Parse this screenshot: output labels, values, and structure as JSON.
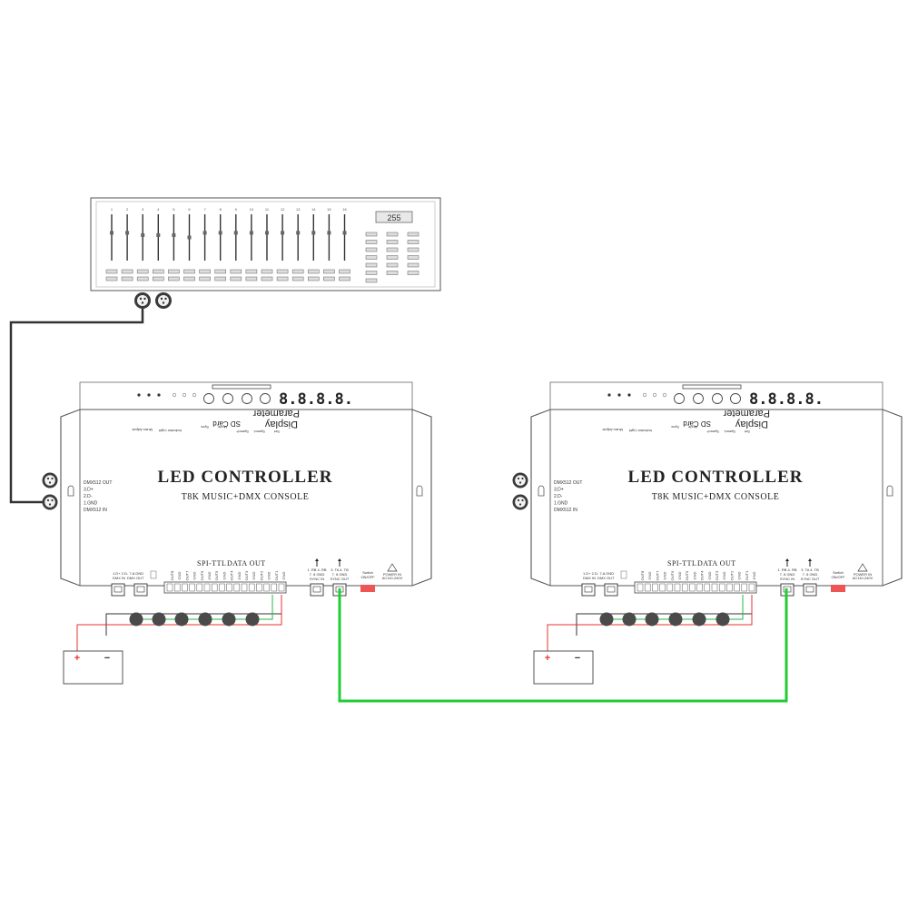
{
  "colors": {
    "outline": "#555555",
    "cable_dark": "#333333",
    "sync_cable": "#22cc33",
    "data_wire": "#22bb44",
    "power_red": "#e83030",
    "power_neg": "#333333",
    "led": "#4a4a4a",
    "switch": "#ee5555"
  },
  "console": {
    "display_value": "255",
    "channel_numbers": [
      "1",
      "2",
      "3",
      "4",
      "5",
      "6",
      "7",
      "8",
      "9",
      "10",
      "11",
      "12",
      "13",
      "14",
      "15",
      "16"
    ],
    "fader_levels": [
      0.6,
      0.6,
      0.55,
      0.55,
      0.55,
      0.5,
      0.6,
      0.6,
      0.6,
      0.6,
      0.6,
      0.6,
      0.6,
      0.6,
      0.6,
      0.6
    ]
  },
  "controller": {
    "title": "LED CONTROLLER",
    "subtitle": "T8K MUSIC+DMX CONSOLE",
    "parameter_label": "Parameter",
    "display_label": "Display",
    "sd_label": "SD Card",
    "segment_display": "8.8.8.8.",
    "top_labels": [
      "Mode",
      "Sync",
      "Speed-",
      "Speed+",
      "Set",
      "Indicator Light",
      "Music Adjust"
    ],
    "dmx_labels": [
      "DMX512 OUT",
      "3.D+",
      "2.D-",
      "1.GND",
      "DMX512 IN"
    ],
    "section_spi": "SPI-TTL",
    "section_data": "DATA OUT",
    "bottom_port_labels": [
      "1.D+ 2.D- 7-8.GND",
      "DMX IN",
      "DMX OUT"
    ],
    "sync_in_label": "1. RB  4. RB\n7. 8 GND\nSYNC IN",
    "sync_out_label": "3. TA  4. TB\n7. 8 GND\nSYNC OUT",
    "sync_in_lines": [
      "1. RB  4. RB",
      "7. 8 GND",
      "SYNC IN"
    ],
    "sync_out_lines": [
      "3. TA  4. TB",
      "7. 8 GND",
      "SYNC OUT"
    ],
    "switch_label": "Switch",
    "switch_state": "ON/OFF",
    "power_label": "POWER IN",
    "power_spec": "AC110-240V",
    "data_out_channels": [
      "OUT8",
      "GND",
      "OUT7",
      "GND",
      "OUT6",
      "GND",
      "OUT5",
      "GND",
      "OUT4",
      "GND",
      "OUT3",
      "GND",
      "OUT2",
      "GND",
      "OUT1",
      "GND"
    ]
  },
  "power_supply": {
    "positive": "+",
    "negative": "−"
  }
}
